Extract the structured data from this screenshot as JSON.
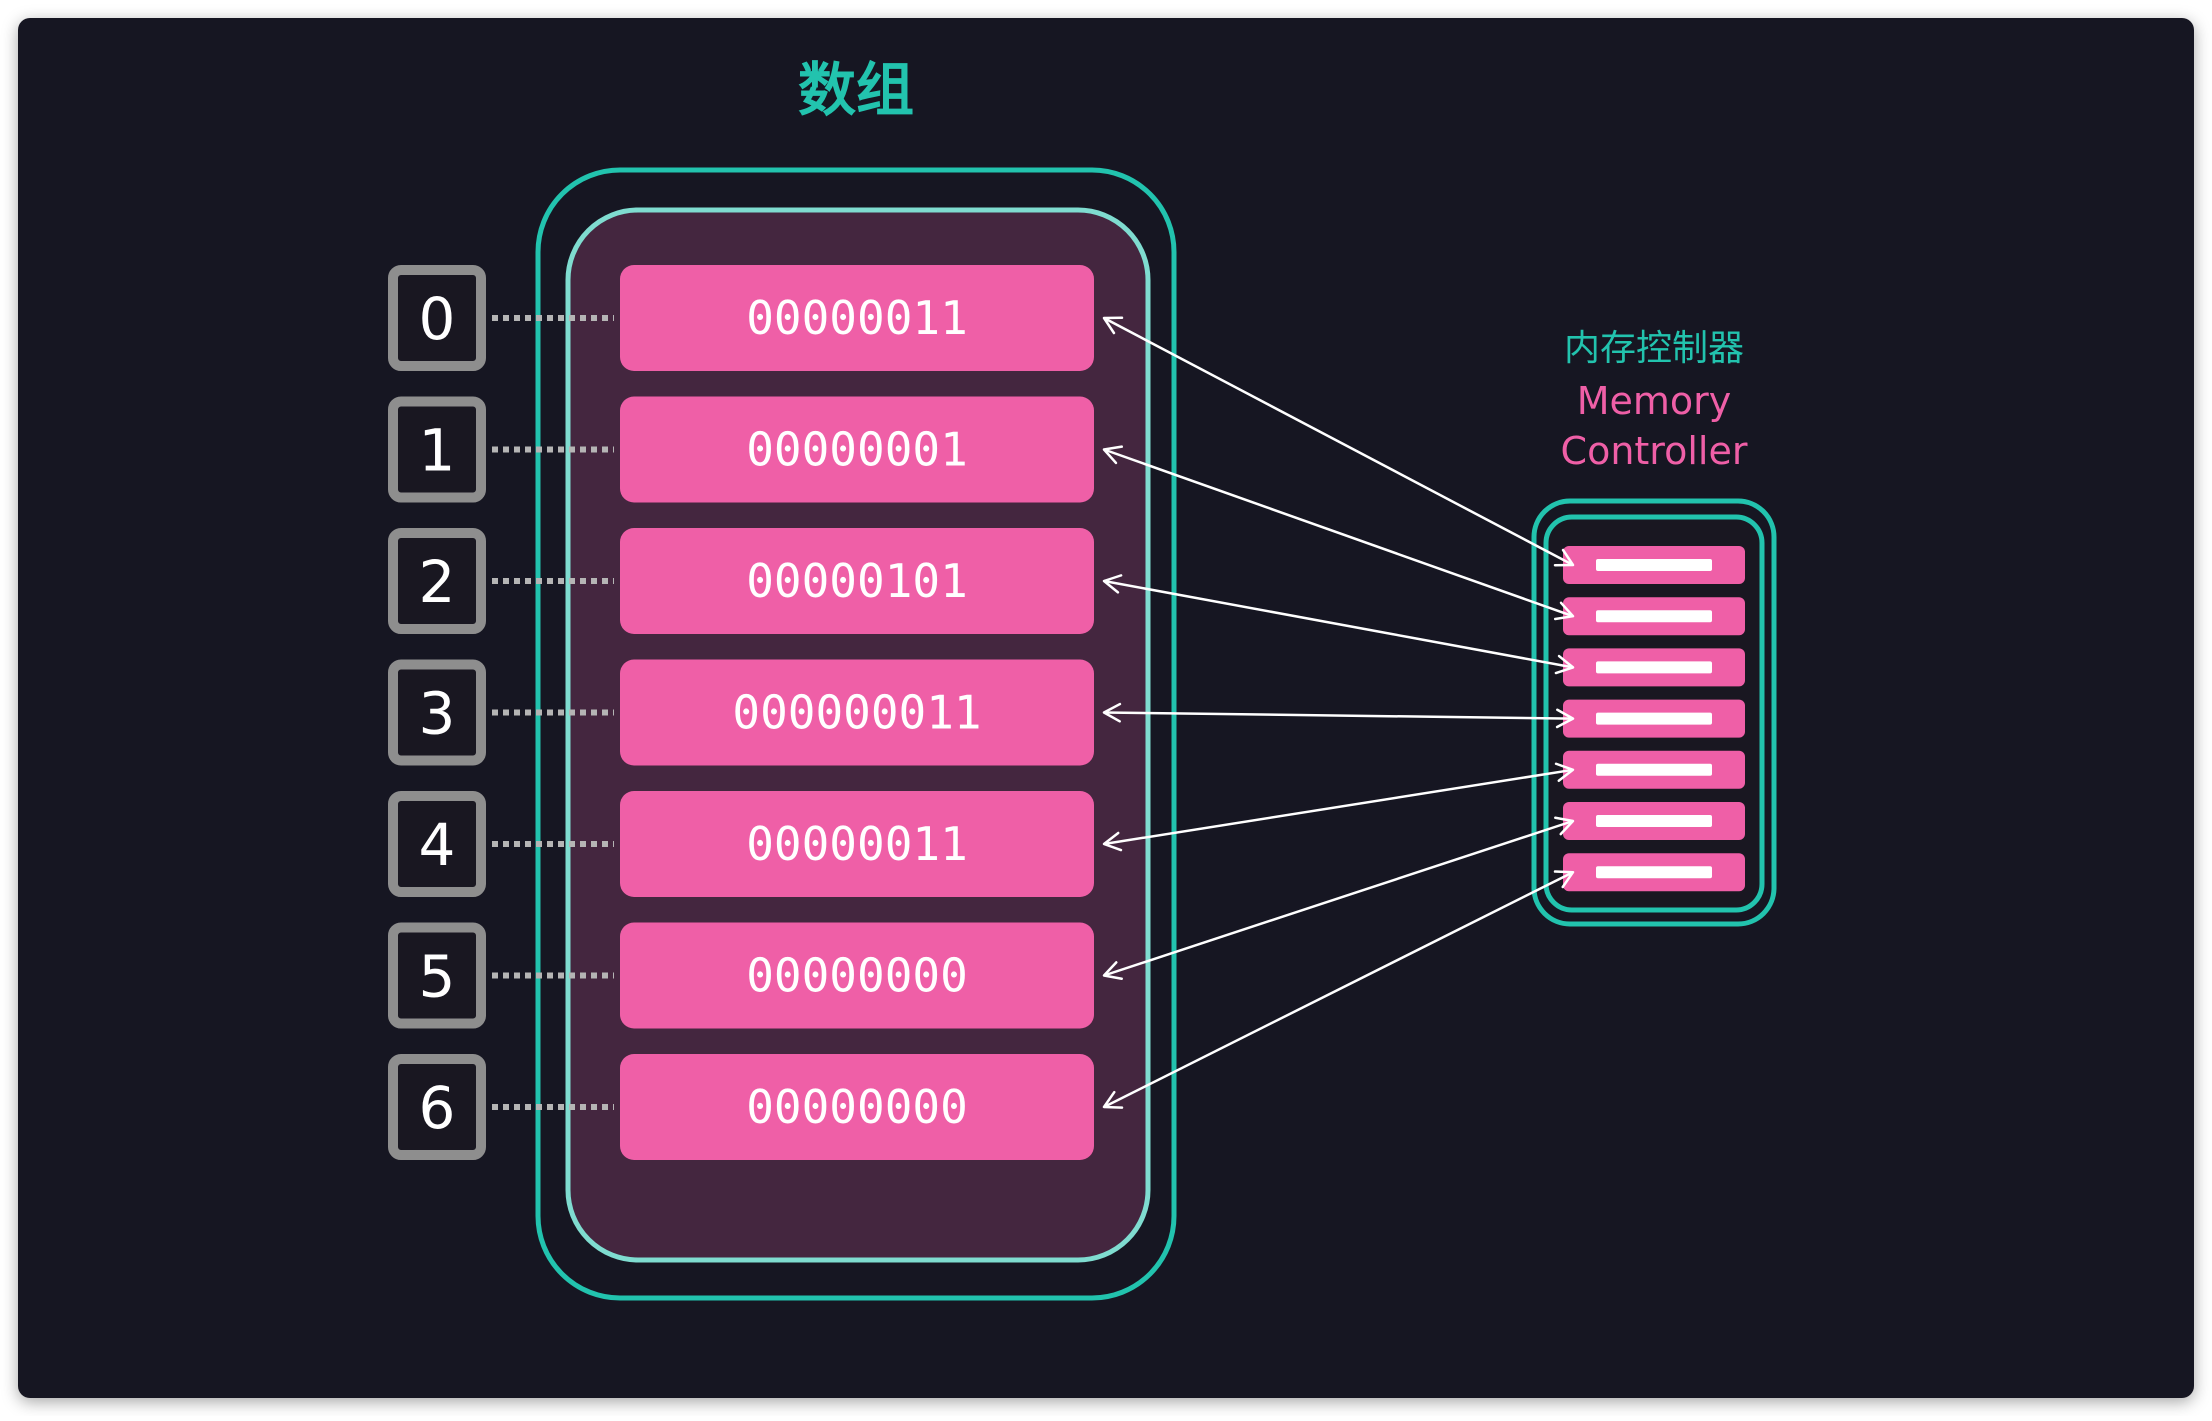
{
  "title": "数组",
  "array": {
    "indices": [
      "0",
      "1",
      "2",
      "3",
      "4",
      "5",
      "6"
    ],
    "values": [
      "00000011",
      "00000001",
      "00000101",
      "000000011",
      "00000011",
      "00000000",
      "00000000"
    ]
  },
  "memory_controller": {
    "label_cn": "内存控制器",
    "label_en_line1": "Memory",
    "label_en_line2": "Controller",
    "slot_count": 7
  },
  "colors": {
    "page_background": "#ffffff",
    "panel_background": "#191721",
    "teal": "#22c3ae",
    "teal_inner": "#7fdcd0",
    "array_fill": "#44263f",
    "cell_pink": "#ef5fa7",
    "index_border": "#8e8e8e",
    "index_fill": "#191721",
    "dots": "#b5b5b5",
    "arrow": "#ffffff",
    "label_pink": "#ef5fa7"
  }
}
